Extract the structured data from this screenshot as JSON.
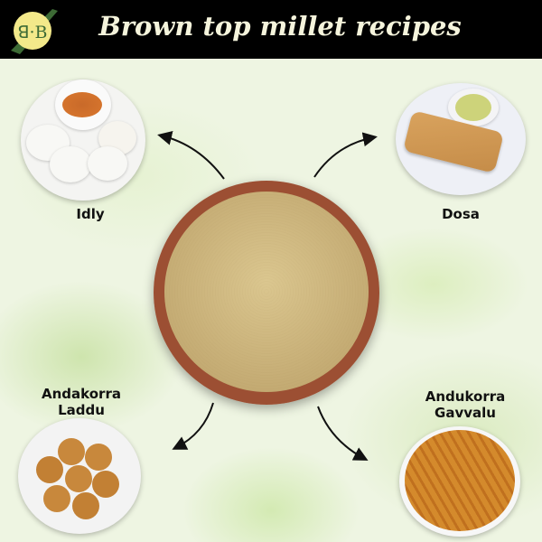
{
  "header": {
    "logo_text": "B·B",
    "title": "Brown top millet recipes"
  },
  "center": {
    "name": "brown-top-millet-bowl"
  },
  "recipes": [
    {
      "label": "Idly"
    },
    {
      "label": "Dosa"
    },
    {
      "label_line1": "Andakorra",
      "label_line2": "Laddu"
    },
    {
      "label_line1": "Andukorra",
      "label_line2": "Gavvalu"
    }
  ],
  "colors": {
    "header_bg": "#000000",
    "title": "#f5f4dc",
    "logo_circle": "#f3e98a",
    "logo_leaf": "#3d6b35",
    "clay": "#a5583a",
    "millet": "#cbb27a"
  }
}
